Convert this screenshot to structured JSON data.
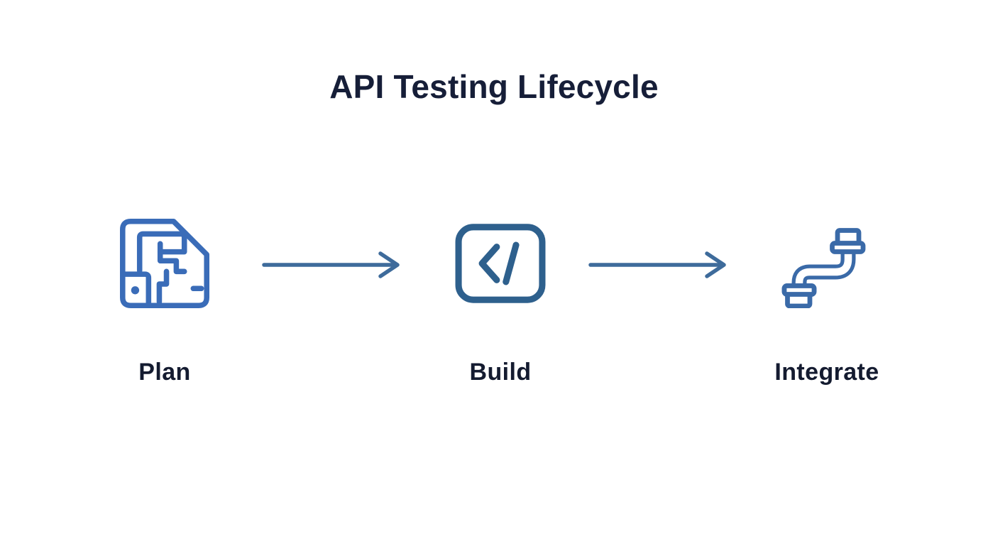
{
  "title": "API Testing Lifecycle",
  "steps": [
    {
      "id": "plan",
      "label": "Plan",
      "icon": "blueprint-document-icon"
    },
    {
      "id": "build",
      "label": "Build",
      "icon": "code-icon"
    },
    {
      "id": "integrate",
      "label": "Integrate",
      "icon": "pipe-icon"
    }
  ],
  "connectors": [
    {
      "from": "plan",
      "to": "build",
      "icon": "arrow-right-icon"
    },
    {
      "from": "build",
      "to": "integrate",
      "icon": "arrow-right-icon"
    }
  ],
  "colors": {
    "background": "#ffffff",
    "title_text": "#161e38",
    "label_text": "#141b30",
    "plan_icon": "#3a6cb8",
    "build_icon": "#2e608d",
    "integrate_icon": "#3a6aa8",
    "arrow": "#3e6b9b"
  }
}
